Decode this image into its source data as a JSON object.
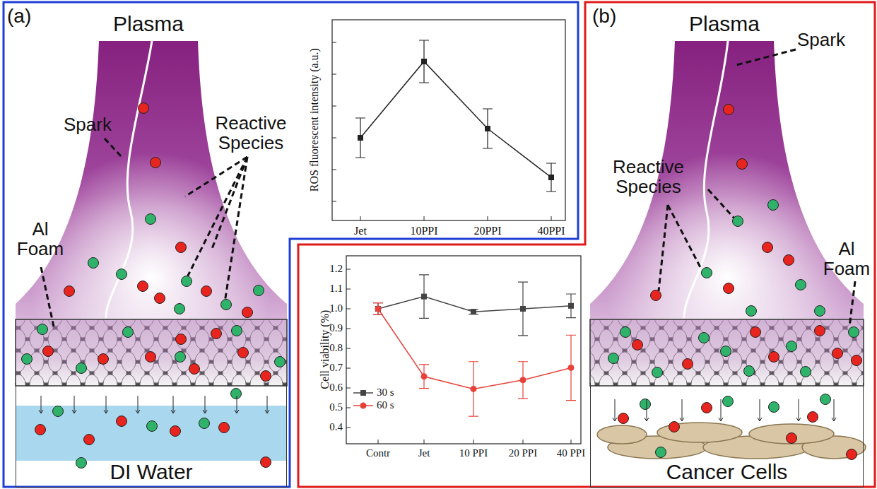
{
  "diagram": {
    "nodes": [
      {
        "text": [
          "DI Water"
        ]
      },
      {
        "text": [
          "Cancer Cells"
        ]
      }
    ],
    "labels": [
      "(a)",
      "Plasma",
      "Spark",
      "Reactive Species",
      "Al Foam",
      "ROS fluorescent intensity (a.u.)",
      "Jet",
      "10PPI",
      "20PPI",
      "40PPI",
      "(b)",
      "Plasma",
      "Spark",
      "Reactive Species",
      "Al Foam",
      "Cell viability (%)",
      "1.2",
      "1.1",
      "1.0",
      "0.9",
      "0.8",
      "0.7",
      "0.6",
      "0.5",
      "0.4",
      "Contr",
      "Jet",
      "10 PPI",
      "20 PPI",
      "40 PPI"
    ],
    "legend": [
      {
        "text": "30 s"
      },
      {
        "text": "60 s"
      }
    ]
  }
}
